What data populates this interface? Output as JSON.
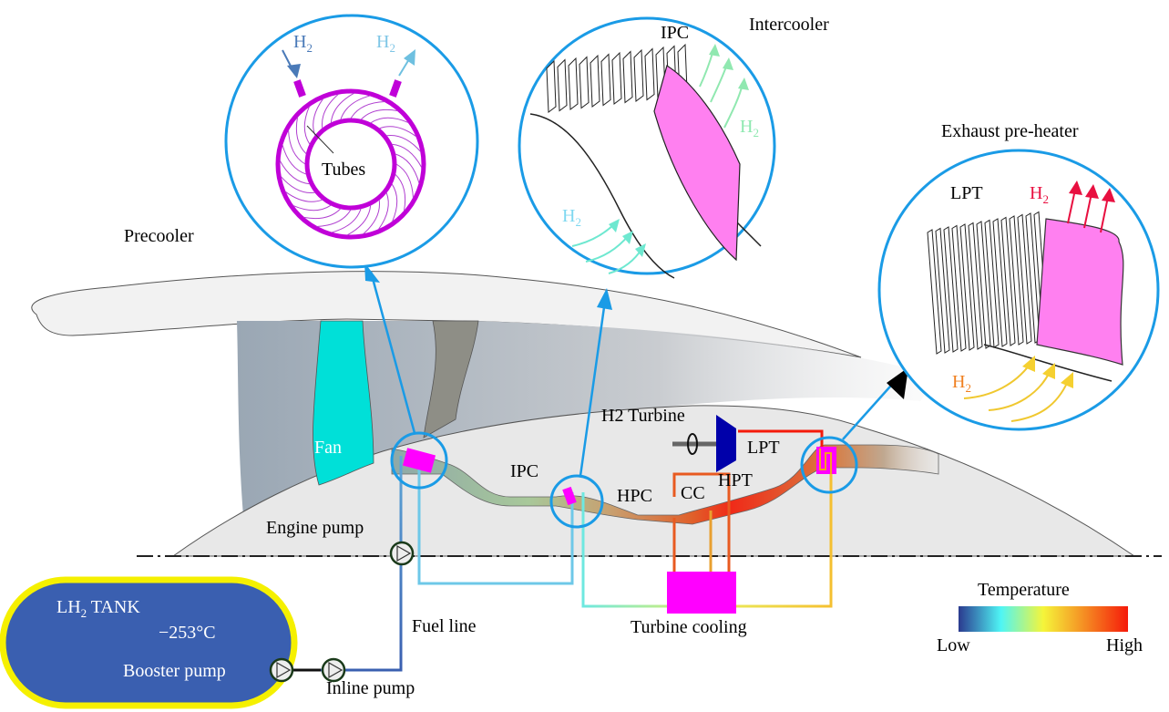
{
  "diagram": {
    "title_callouts": {
      "precooler": "Precooler",
      "intercooler": "Intercooler",
      "exhaust_preheater": "Exhaust pre-heater"
    },
    "precooler_detail": {
      "h2_in": "H",
      "h2_in_sub": "2",
      "h2_out": "H",
      "h2_out_sub": "2",
      "tubes_label": "Tubes"
    },
    "intercooler_detail": {
      "ipc_label": "IPC",
      "h2_in": "H",
      "h2_in_sub": "2",
      "h2_out": "H",
      "h2_out_sub": "2"
    },
    "exhaust_detail": {
      "lpt_label": "LPT",
      "h2_out": "H",
      "h2_out_sub": "2",
      "h2_in": "H",
      "h2_in_sub": "2"
    },
    "engine": {
      "fan": "Fan",
      "ipc": "IPC",
      "hpc": "HPC",
      "cc": "CC",
      "hpt": "HPT",
      "lpt": "LPT",
      "h2_turbine": "H2 Turbine",
      "engine_pump": "Engine pump",
      "fuel_line": "Fuel line",
      "turbine_cooling": "Turbine cooling"
    },
    "tank": {
      "name": "LH",
      "name_sub": "2",
      "name_suffix": " TANK",
      "temperature": "−253°C",
      "booster_pump": "Booster pump",
      "inline_pump": "Inline pump"
    },
    "legend": {
      "title": "Temperature",
      "low": "Low",
      "high": "High",
      "gradient": [
        "#2b3a8f",
        "#4ff5f5",
        "#f5f53a",
        "#f58a22",
        "#f51a0a"
      ]
    },
    "colors": {
      "callout_blue": "#1a9be6",
      "magenta": "#ff00ff",
      "tank_fill": "#3a5fb0",
      "tank_border": "#f5f000",
      "fan_cyan": "#00e0d8",
      "turbine_blue": "#0000aa",
      "hot_red": "#ff2a10",
      "warm_yellow": "#f5c030",
      "cold_cyan": "#6ee8e0"
    }
  }
}
